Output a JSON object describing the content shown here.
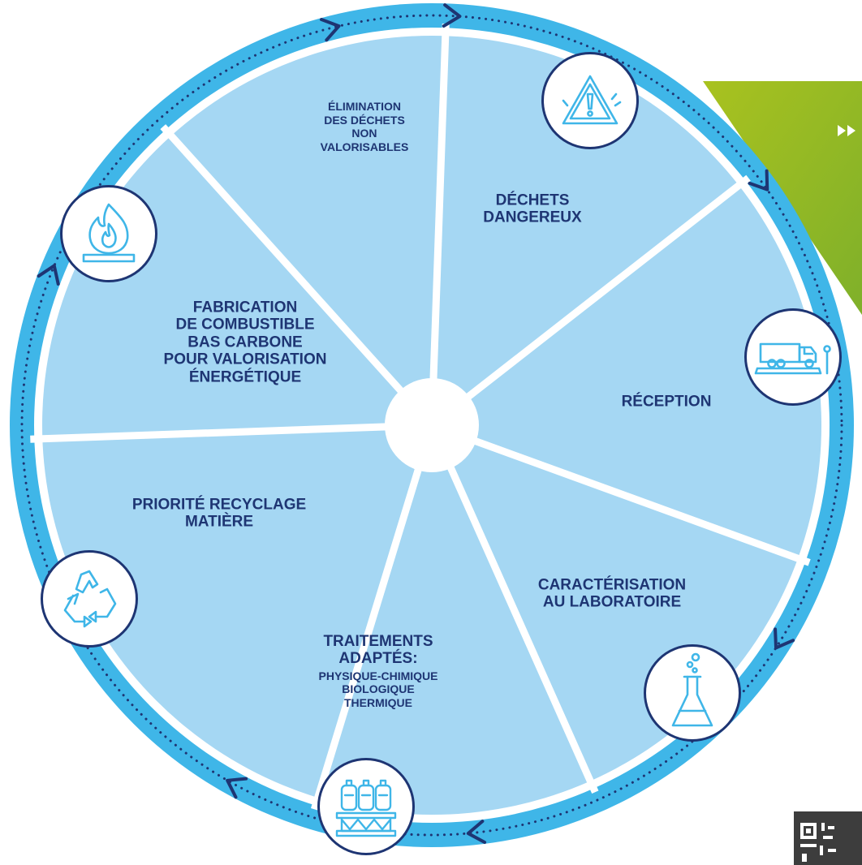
{
  "colors": {
    "ring": "#3fb6e8",
    "segment": "#a5d7f3",
    "navy": "#1e3573",
    "accent_green": "#9cbd22",
    "dots": "#1e3573"
  },
  "segments": [
    {
      "id": "elimination",
      "lines": [
        "ÉLIMINATION",
        "DES DÉCHETS",
        "NON",
        "VALORISABLES"
      ],
      "size": "small"
    },
    {
      "id": "dechets",
      "lines": [
        "DÉCHETS",
        "DANGEREUX"
      ],
      "size": "big"
    },
    {
      "id": "reception",
      "lines": [
        "RÉCEPTION"
      ],
      "size": "big"
    },
    {
      "id": "caracterisation",
      "lines": [
        "CARACTÉRISATION",
        "AU LABORATOIRE"
      ],
      "size": "big"
    },
    {
      "id": "traitements",
      "title_lines": [
        "TRAITEMENTS",
        "ADAPTÉS:"
      ],
      "lines": [
        "PHYSIQUE-CHIMIQUE",
        "BIOLOGIQUE",
        "THERMIQUE"
      ],
      "size": "mixed"
    },
    {
      "id": "recyclage",
      "lines": [
        "PRIORITÉ RECYCLAGE",
        "MATIÈRE"
      ],
      "size": "big"
    },
    {
      "id": "fabrication",
      "lines": [
        "FABRICATION",
        "DE COMBUSTIBLE",
        "BAS CARBONE",
        "POUR VALORISATION",
        "ÉNERGÉTIQUE"
      ],
      "size": "big"
    }
  ],
  "icons": [
    {
      "id": "warning",
      "name": "hazard-warning-icon"
    },
    {
      "id": "truck",
      "name": "truck-weighbridge-icon"
    },
    {
      "id": "flask",
      "name": "laboratory-flask-icon"
    },
    {
      "id": "tanks",
      "name": "treatment-tanks-icon"
    },
    {
      "id": "recycle",
      "name": "recycle-icon"
    },
    {
      "id": "flame",
      "name": "flame-burner-icon"
    }
  ],
  "decor": {
    "play_icon": "fast-forward-icon",
    "qr_icon": "qr-code-icon"
  }
}
